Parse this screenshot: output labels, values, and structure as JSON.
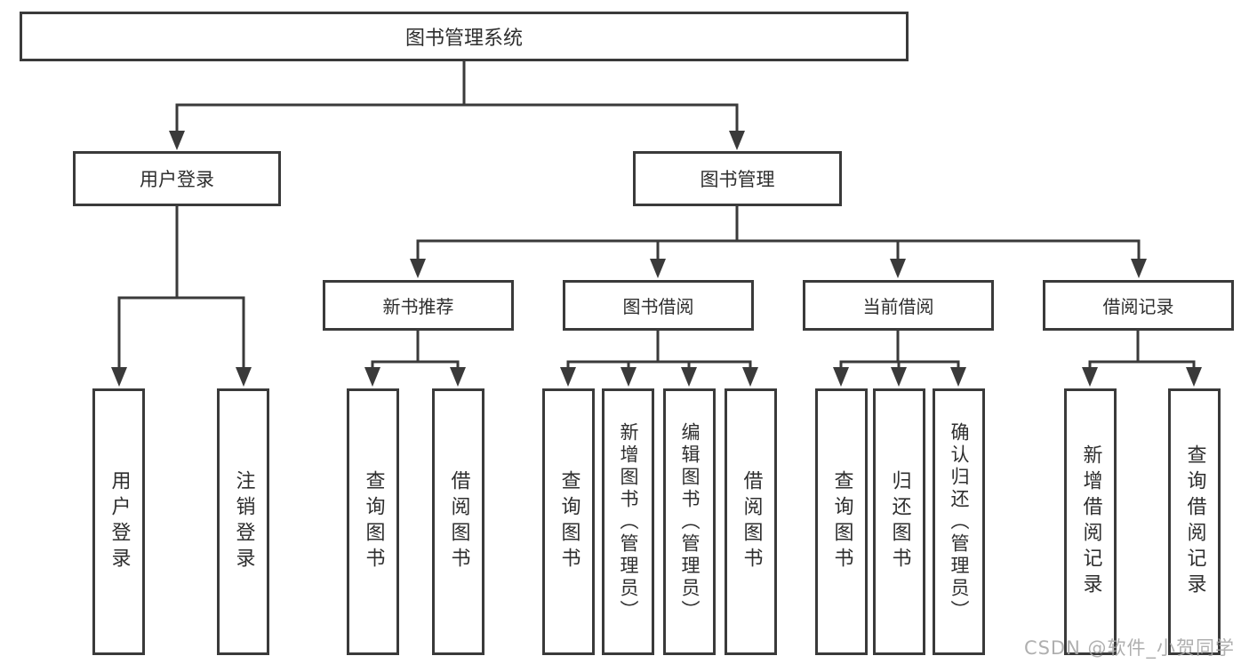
{
  "tree": {
    "root": {
      "label": "图书管理系统"
    },
    "branches": [
      {
        "label": "用户登录",
        "leaves": [
          {
            "label": "用户登录"
          },
          {
            "label": "注销登录"
          }
        ]
      },
      {
        "label": "图书管理",
        "groups": [
          {
            "label": "新书推荐",
            "leaves": [
              {
                "label": "查询图书"
              },
              {
                "label": "借阅图书"
              }
            ]
          },
          {
            "label": "图书借阅",
            "leaves": [
              {
                "label": "查询图书"
              },
              {
                "label": "新增图书（管理员）"
              },
              {
                "label": "编辑图书（管理员）"
              },
              {
                "label": "借阅图书"
              }
            ]
          },
          {
            "label": "当前借阅",
            "leaves": [
              {
                "label": "查询图书"
              },
              {
                "label": "归还图书"
              },
              {
                "label": "确认归还（管理员）"
              }
            ]
          },
          {
            "label": "借阅记录",
            "leaves": [
              {
                "label": "新增借阅记录"
              },
              {
                "label": "查询借阅记录"
              }
            ]
          }
        ]
      }
    ]
  },
  "watermark": {
    "text": "CSDN @软件_小贺同学"
  },
  "colors": {
    "line": "#3a3a3a",
    "text": "#2e2e2e",
    "background": "#ffffff",
    "watermark": "#a8a8a8"
  }
}
